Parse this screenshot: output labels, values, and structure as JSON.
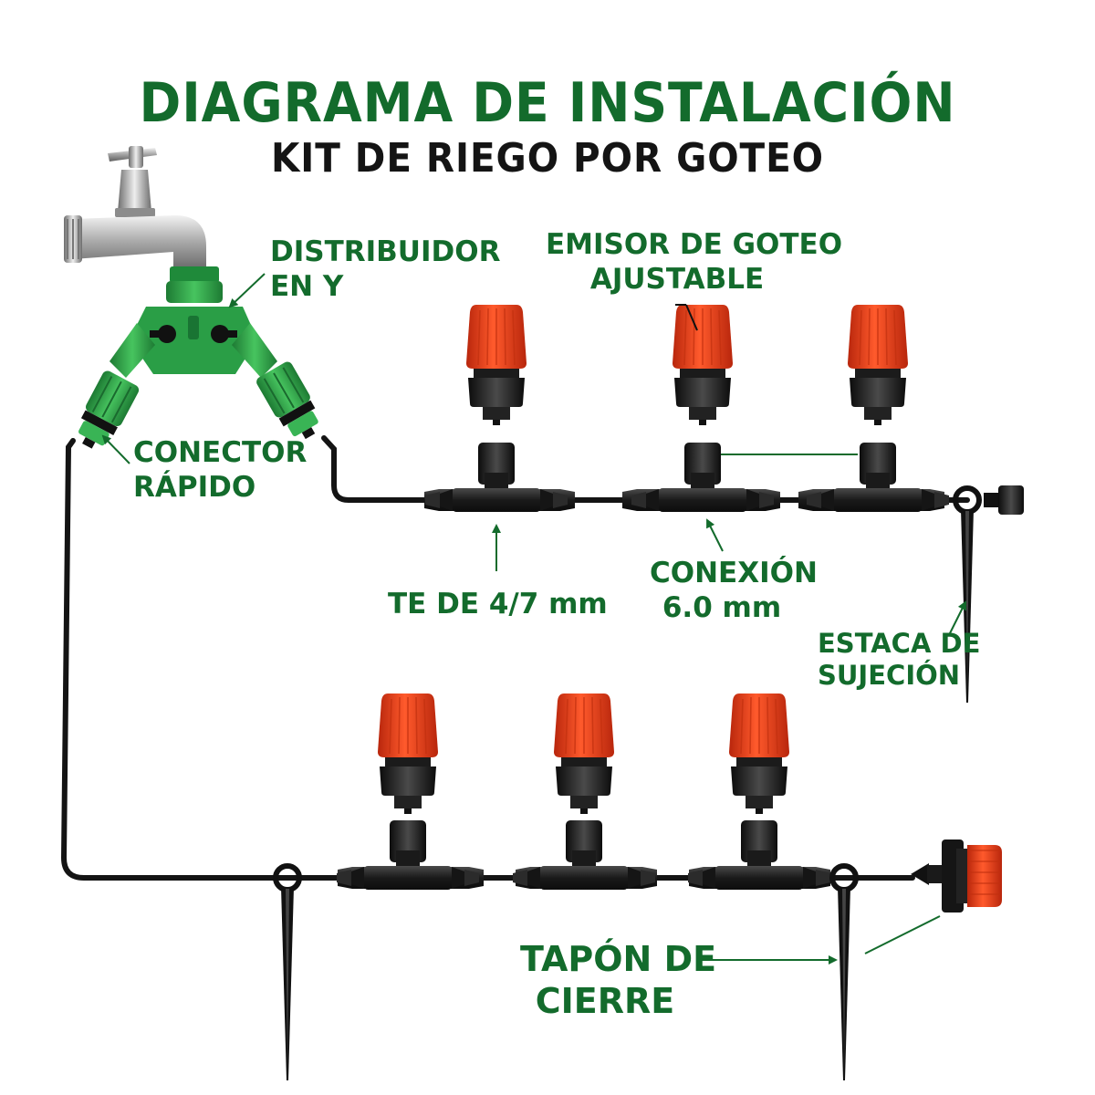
{
  "title": "DIAGRAMA DE INSTALACIÓN",
  "subtitle": "KIT DE RIEGO POR GOTEO",
  "labels": {
    "y_splitter": [
      "DISTRIBUIDOR",
      "EN Y"
    ],
    "adjustable_dripper": [
      "EMISOR DE GOTEO",
      "AJUSTABLE"
    ],
    "quick_connector": [
      "CONECTOR",
      "RÁPIDO"
    ],
    "tee": [
      "TE DE 4/7 mm"
    ],
    "connection": [
      "CONEXIÓN",
      "6.0 mm"
    ],
    "stake": [
      "ESTACA DE",
      "SUJECIÓN"
    ],
    "end_plug": [
      "TAPÓN DE",
      "CIERRE"
    ]
  },
  "colors": {
    "label_green": "#136b2c",
    "fitting_green": "#2fa24a",
    "dripper_orange": "#f0431c",
    "tube_black": "#141414"
  },
  "icons": [
    "faucet-icon",
    "y-splitter-icon",
    "quick-connector-icon",
    "dripper-icon",
    "tee-icon",
    "stake-icon",
    "end-plug-icon"
  ]
}
